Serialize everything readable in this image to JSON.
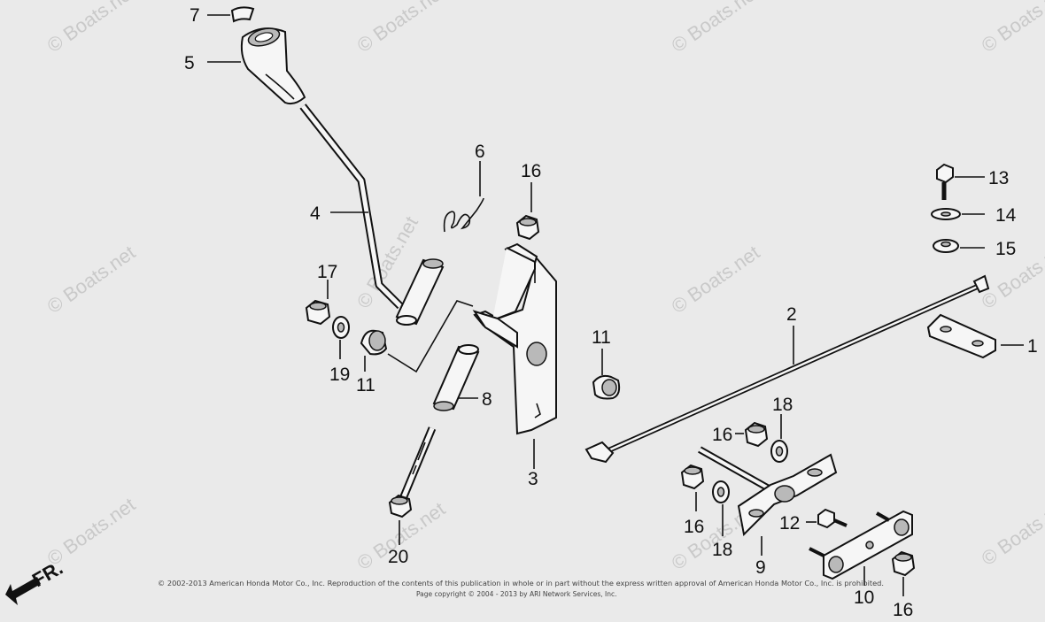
{
  "watermark": "© Boats.net",
  "front_label": "FR.",
  "footer": {
    "line1": "© 2002-2013 American Honda Motor Co., Inc. Reproduction of the contents of this publication in whole or in part without the express written approval of American Honda Motor Co., Inc. is prohibited.",
    "line2": "Page copyright © 2004 - 2013 by ARI Network Services, Inc."
  },
  "callouts": {
    "c1": "1",
    "c2": "2",
    "c3": "3",
    "c4": "4",
    "c5": "5",
    "c6": "6",
    "c7": "7",
    "c8": "8",
    "c9": "9",
    "c10": "10",
    "c11a": "11",
    "c11b": "11",
    "c12": "12",
    "c13": "13",
    "c14": "14",
    "c15": "15",
    "c16a": "16",
    "c16b": "16",
    "c16c": "16",
    "c16d": "16",
    "c17": "17",
    "c18a": "18",
    "c18b": "18",
    "c19": "19",
    "c20": "20"
  }
}
